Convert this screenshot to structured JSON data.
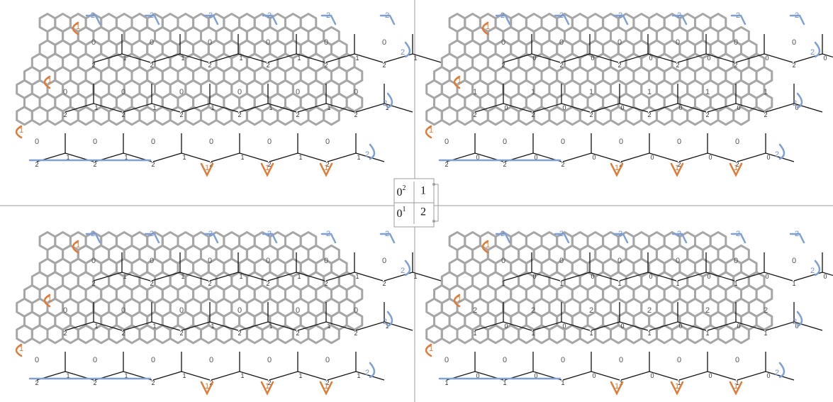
{
  "legend": {
    "cells": [
      {
        "text": "0",
        "sup": "2"
      },
      {
        "text": "1",
        "sup": ""
      },
      {
        "text": "0",
        "sup": "1"
      },
      {
        "text": "2",
        "sup": ""
      }
    ]
  },
  "panels": [
    {
      "id": "top-left",
      "center_label": "0",
      "ring_label": "0",
      "vertex_label": "1",
      "vertex_label2": "2"
    },
    {
      "id": "top-right",
      "center_label": "1",
      "ring_label": "0",
      "vertex_label": "0",
      "vertex_label2": "2"
    },
    {
      "id": "bottom-left",
      "center_label": "0",
      "ring_label": "0",
      "vertex_label": "1",
      "vertex_label2": "2"
    },
    {
      "id": "bottom-right",
      "center_label": "2",
      "ring_label": "0",
      "vertex_label": "0",
      "vertex_label2": "1"
    }
  ],
  "boundary": {
    "blue_label": "2",
    "orange_label": "1"
  },
  "colors": {
    "hex": "#a6a6a6",
    "blue": "#7fa0d6",
    "orange": "#e07a35",
    "ink": "#111111",
    "axis": "#9e9e9e"
  }
}
